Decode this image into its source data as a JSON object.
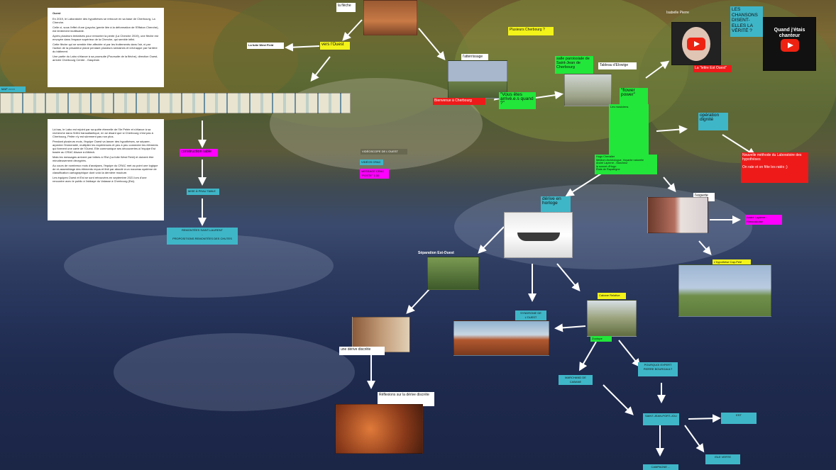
{
  "text_panels": {
    "ouest": {
      "title": "Ouest",
      "paragraphs": [
        "En 2019, le Laboratoire des hypothèses se retrouve en sa base de Cherbourg, La Cherche.",
        "Celle ci, sous l'effet d'une (psycho-)pente liée à la déformation de l'Effaton Cherche), est lentement inutilisable.",
        "Après plusieurs tentatives pour remonter la pente (La Cherche 2019), une flèche est envoyée dans l'espace supérieur de la Cherche, qui semble infini.",
        "Cette flèche qui ne semble être affectée ni par les frottements dans l'air, ni par l'action de la pesanteur plane pendant plusieurs semaines et s'échappe par l'arrière du bâtiment.",
        "Une partie du Labo s'élance à sa poursuite (Poursuite de la flèche), direction Ouest, arrivée Cherbourg Centre - Gaspésie."
      ]
    },
    "bas": {
      "paragraphs": [
        "Là bas, le Labo est rejoint par sa quête éternelle de l'île Pelée et s'élance à sa recherche dans l'infini transatlantique, en se disant que si Cherbourg n'est pas à Cherbourg, Pelée n'y est sûrement pas non plus.",
        "Pendant plusieurs mois, l'équipe Ouest va lancer des hypothèses, se séparer, arpenter l'immensité, multiplier les expériences et peu à peu connecter les éléments qui forment une carte de l'Ouest. Elle communique ses découvertes à l'équipe Est basée au CRAC Alsace à Altkirch.",
        "Mais les messages arrivent par bribes à l'Est (La fuite West Field) et doivent être minutieusement décryptés.",
        "Au cours de nombreux mois d'analyses, l'équipe du CRAC met au point une logique de ré-assemblage des éléments reçus et finit par aboutir à un nouveau système de classification cartographique dont voici la dernière mouture.",
        "Les équipes Ouest et Est se sont retrouvées en septembre 2021 lors d'une rencontre avec le public à l'abbaye du Valasse à Cherbourg (Est)."
      ]
    }
  },
  "labels": {
    "la_fleche": "la flèche",
    "vers_ouest": "vers l'Ouest",
    "fuite_west_field": "La fuite West Field",
    "atterrissage": "l'atterrissage",
    "plusieurs_cherbourg": "Plusieurs Cherbourg ?",
    "salle_paroissiale": "salle paroissiale de Saint-Jean de Cherbourg",
    "tableau_elowige": "Tableau d'Elowige",
    "isabelle_pierre": "Isabelle Pierre",
    "chansons": "LES CHANSONS DISENT-ELLES LA VÉRITÉ ?",
    "bienvenue": "Bienvenue à Cherbourg",
    "vous_etes": "\"Vous êtes arrivé.e.s quand ?\"",
    "flower_power": "\"flower power\"",
    "la_lettre": "La \"lettre Est Ouest\"",
    "musiciens": "Les musiciens",
    "operation_dignite": "opération dignité",
    "nouvelle_methode": "Nouvelle méthode du Laboratoire des hypothèses",
    "on_rate": "On rate et on fête les ratés ;)",
    "hugo": "Hugo Chevalier\nMédium Archéologue, Voyante naturelle\nAndré Lapierre - Marcheur\nle sonnet d'Hugo\nÉtats de Rapatrigne",
    "videoscope": "VIDÉOSCOPE DE L'OUEST",
    "videos_crac": "VIDÉOS CRAC",
    "message_crac": "MESSAGE CRAC \"POSTE\" 1:30",
    "construction_table": "construction table",
    "mise_table": "MISE À PEAU TABLE",
    "remontees": "REMONTÉES SAINT-LAURENT\n-\nPROPOSITIONS REMONTÉES DES CHUTES",
    "derive_horloge": "dérive en horloge",
    "lexperte": "l'experte",
    "andre_lapierre": "André Lapierre : Rimouskoise",
    "hypothese_cap": "L'hypothèse Cap-Pelé",
    "separation": "Séparation Est-Ouest",
    "cabane": "Cabane Relative",
    "syndrome": "SYNDROME DE L'OUEST",
    "derive_discrete": "une dérive discrète",
    "reflexions": "Réflexions sur la dérive discrète",
    "zootope": "Zootope",
    "marchand": "MARCHAND DE CABANE",
    "pourquoi": "POURQUOI EXPERT PIERRE BOURGAULT",
    "saint_jean": "SAINT-JEAN-PORT-JOLI",
    "est": "EST",
    "isle_verte": "ISLE VERTE",
    "campagne": "CAMPAGNE ...",
    "map_tab": "MAP >>>>",
    "video_side": "Quand j'étais chanteur"
  },
  "colors": {
    "yellow": "#f3f31a",
    "green": "#22e63a",
    "red": "#ee1a1a",
    "cyan": "#3fb6c8",
    "magenta": "#ff00ff"
  }
}
